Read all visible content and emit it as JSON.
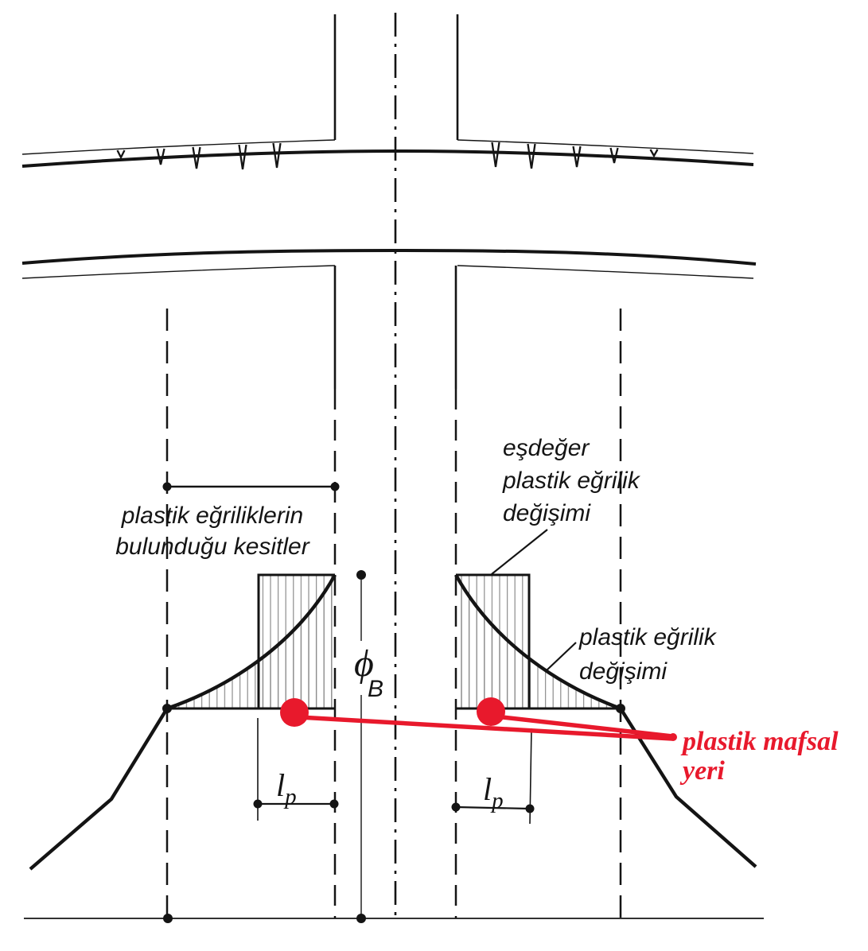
{
  "colors": {
    "ink": "#141414",
    "red": "#e8192c",
    "hatch": "#8c8c8c"
  },
  "labels": {
    "plastic_sections": {
      "line1": "plastik eğriliklerin",
      "line2": "bulunduğu kesitler"
    },
    "equivalent_plastic_curvature": {
      "line1": "eşdeğer",
      "line2": "plastik eğrilik",
      "line3": "değişimi"
    },
    "plastic_curvature": {
      "line1": "plastik eğrilik",
      "line2": "değişimi"
    },
    "plastic_hinge": {
      "line1": "plastik mafsal",
      "line2": "yeri"
    },
    "phi": {
      "symbol": "ϕ",
      "subscript": "B"
    },
    "lp_left": {
      "symbol": "l",
      "subscript": "p"
    },
    "lp_right": {
      "symbol": "l",
      "subscript": "p"
    }
  }
}
